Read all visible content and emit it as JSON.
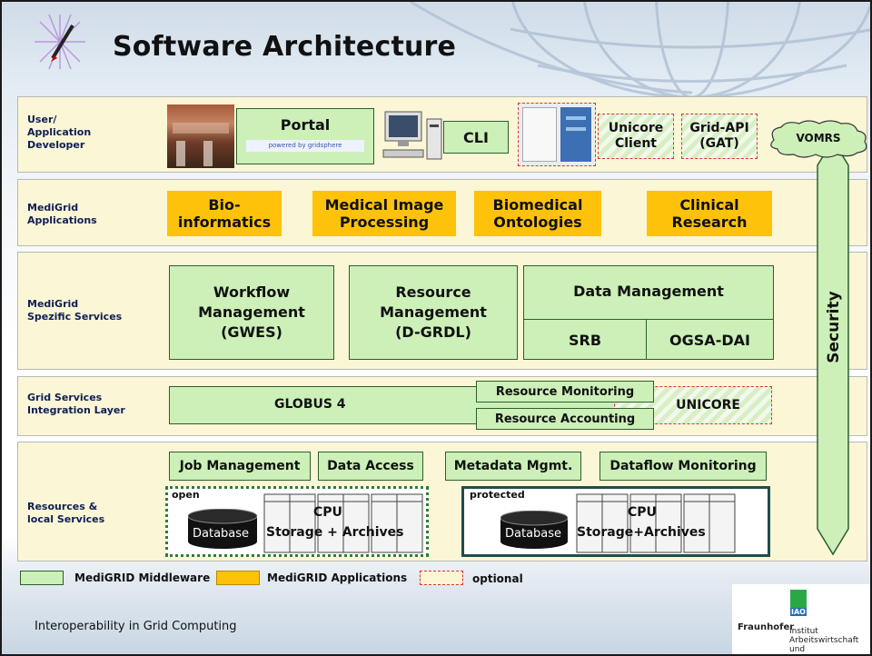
{
  "title": "Software Architecture",
  "layers": {
    "user": "User/\nApplication\nDeveloper",
    "apps": "MediGrid\nApplications",
    "services": "MediGrid\nSpezific Services",
    "grid": "Grid Services\nIntegration Layer",
    "resources": "Resources &\nlocal Services"
  },
  "user_layer": {
    "portal": "Portal",
    "portal_powered": "powered by gridsphere",
    "cli": "CLI",
    "unicore_client": "Unicore\nClient",
    "grid_api": "Grid-API\n(GAT)",
    "vomrs": "VOMRS"
  },
  "apps_layer": {
    "bio": "Bio-\ninformatics",
    "medical_image": "Medical Image\nProcessing",
    "biomedical": "Biomedical\nOntologies",
    "clinical": "Clinical\nResearch"
  },
  "services_layer": {
    "workflow": "Workflow\nManagement\n(GWES)",
    "resource": "Resource\nManagement\n(D-GRDL)",
    "data_mgmt": "Data Management",
    "srb": "SRB",
    "ogsa": "OGSA-DAI"
  },
  "grid_layer": {
    "globus": "GLOBUS 4",
    "monitoring": "Resource Monitoring",
    "accounting": "Resource  Accounting",
    "unicore": "UNICORE"
  },
  "resources_layer": {
    "job": "Job Management",
    "data_access": "Data Access",
    "metadata": "Metadata Mgmt.",
    "dataflow": "Dataflow Monitoring",
    "open": "open",
    "protected": "protected",
    "database": "Database",
    "cpu": "CPU",
    "storage_open": "Storage + Archives",
    "storage_protected": "Storage+Archives"
  },
  "security": "Security",
  "legend": {
    "middleware": "MediGRID Middleware",
    "applications": "MediGRID Applications",
    "optional": "optional"
  },
  "colors": {
    "green": "#ccf0b8",
    "yellow": "#fec20a",
    "layer_bg": "#fbf6d5",
    "optional_border": "#dd3333"
  },
  "footer": {
    "text": "Interoperability in Grid Computing",
    "brand": "Fraunhofer",
    "iao": "IAO",
    "institute": "Institut\nArbeitswirtschaft und\nOrganisation"
  }
}
